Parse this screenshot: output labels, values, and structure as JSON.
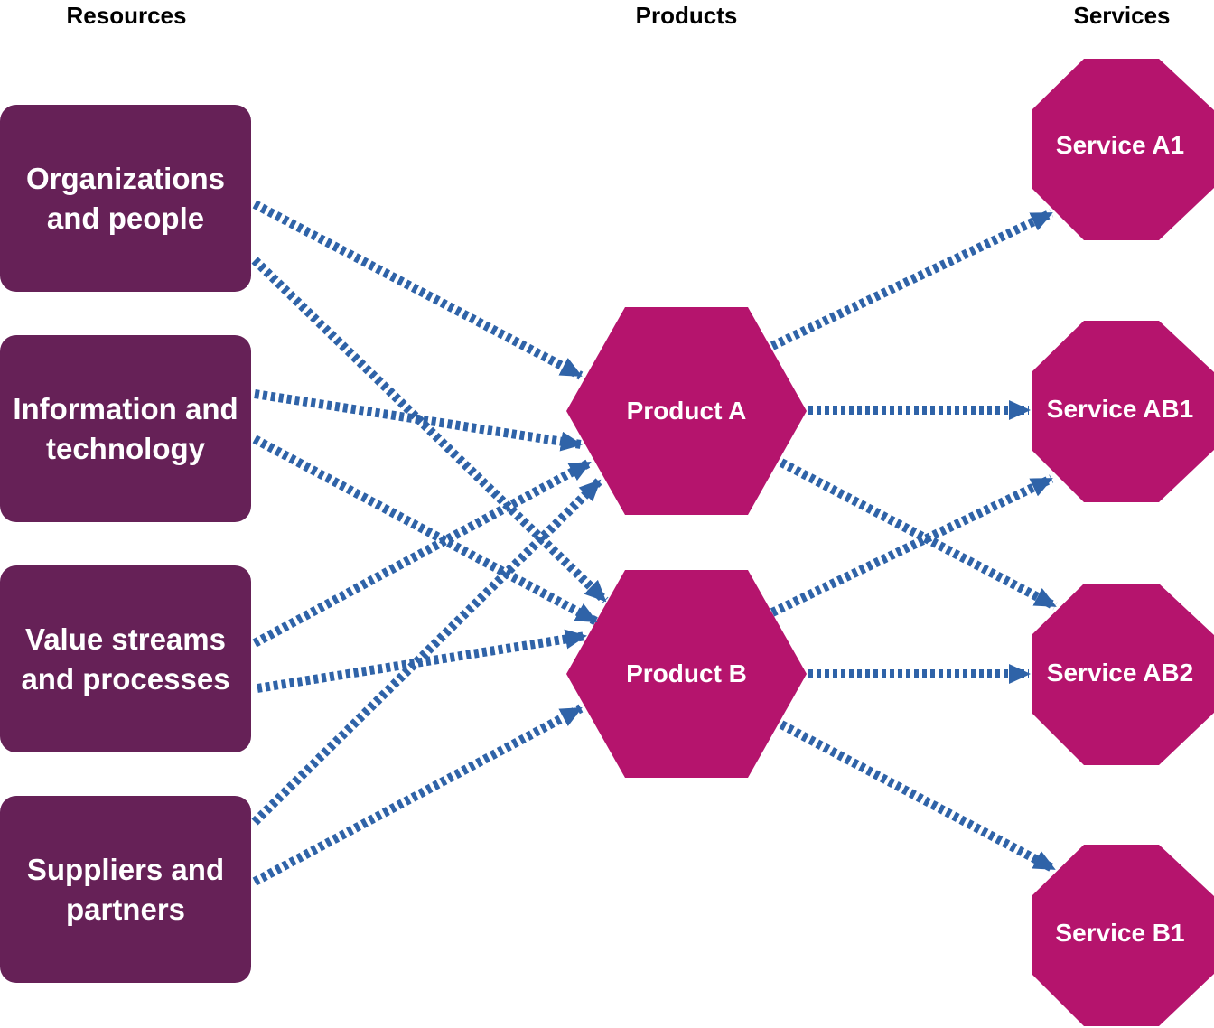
{
  "headers": {
    "resources": "Resources",
    "products": "Products",
    "services": "Services"
  },
  "colors": {
    "resource_fill": "#662157",
    "product_fill": "#b5146d",
    "service_fill": "#b5146d",
    "arrow": "#2f63a8"
  },
  "resources": [
    {
      "id": "r1",
      "label": "Organizations\nand people"
    },
    {
      "id": "r2",
      "label": "Information and\ntechnology"
    },
    {
      "id": "r3",
      "label": "Value streams\nand processes"
    },
    {
      "id": "r4",
      "label": "Suppliers and\npartners"
    }
  ],
  "products": [
    {
      "id": "pA",
      "label": "Product A"
    },
    {
      "id": "pB",
      "label": "Product B"
    }
  ],
  "services": [
    {
      "id": "sA1",
      "label": "Service A1"
    },
    {
      "id": "sAB1",
      "label": "Service AB1"
    },
    {
      "id": "sAB2",
      "label": "Service AB2"
    },
    {
      "id": "sB1",
      "label": "Service B1"
    }
  ],
  "connections": [
    {
      "from": "r1",
      "to": "pA"
    },
    {
      "from": "r1",
      "to": "pB"
    },
    {
      "from": "r2",
      "to": "pA"
    },
    {
      "from": "r2",
      "to": "pB"
    },
    {
      "from": "r3",
      "to": "pA"
    },
    {
      "from": "r3",
      "to": "pB"
    },
    {
      "from": "r4",
      "to": "pA"
    },
    {
      "from": "r4",
      "to": "pB"
    },
    {
      "from": "pA",
      "to": "sA1"
    },
    {
      "from": "pA",
      "to": "sAB1"
    },
    {
      "from": "pA",
      "to": "sAB2"
    },
    {
      "from": "pB",
      "to": "sAB1"
    },
    {
      "from": "pB",
      "to": "sAB2"
    },
    {
      "from": "pB",
      "to": "sB1"
    }
  ]
}
